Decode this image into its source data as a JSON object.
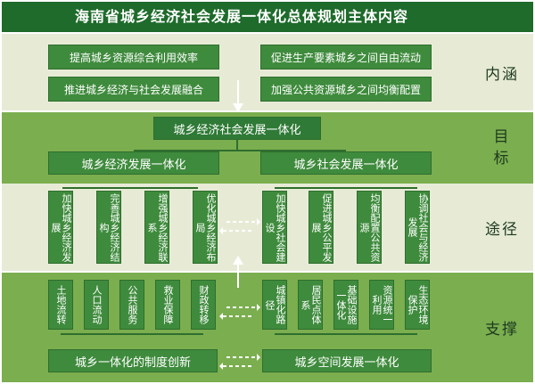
{
  "title": "海南省城乡经济社会发展一体化总体规划主体内容",
  "labels": {
    "content": "内涵",
    "goal": "目标",
    "path": "途径",
    "support": "支撑"
  },
  "content_boxes": [
    "提高城乡资源综合利用效率",
    "促进生产要素城乡之间自由流动",
    "推进城乡经济与社会发展融合",
    "加强公共资源城乡之间均衡配置"
  ],
  "goal": {
    "main": "城乡经济社会发展一体化",
    "economy": "城乡经济发展一体化",
    "society": "城乡社会发展一体化"
  },
  "path_econ": [
    "加快城乡经济发展",
    "完善城乡经济结构",
    "增强城乡经济联系",
    "优化城乡经济布局"
  ],
  "path_soc": [
    "加快城乡社会建设",
    "促进城乡公平发展",
    "均衡配置公共资源",
    "协调社会与经济发展"
  ],
  "support_econ": [
    "土地流转",
    "人口流动",
    "公共服务",
    "救业保障",
    "财政转移"
  ],
  "support_soc": [
    "城镇化路径",
    "居民点体系",
    "基础设施一体化",
    "资源统一利用",
    "生态环境保护"
  ],
  "support_bottom": {
    "institution": "城乡一体化的制度创新",
    "spatial": "城乡空间发展一体化"
  },
  "colors": {
    "dark_green": "#1e6b2b",
    "box_green": "#3f8b3d",
    "band_green": "#7bae4f",
    "band_light": "#e7ebd6"
  }
}
